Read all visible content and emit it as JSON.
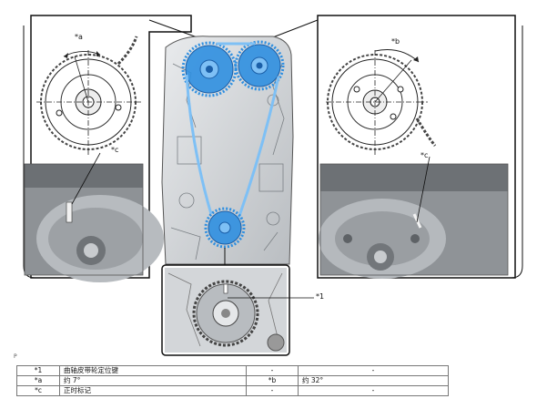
{
  "figure": {
    "callouts": {
      "a": "*a",
      "b": "*b",
      "c_left": "*c",
      "c_right": "*c",
      "one": "*1"
    },
    "figure_id": "P"
  },
  "legend": {
    "rows": [
      {
        "key": "*1",
        "desc": "曲轴皮带轮定位键",
        "key2": "-",
        "desc2": "-"
      },
      {
        "key": "*a",
        "desc": "约 7°",
        "key2": "*b",
        "desc2": "约 32°"
      },
      {
        "key": "*c",
        "desc": "正时标记",
        "key2": "-",
        "desc2": "-"
      }
    ]
  },
  "colors": {
    "highlight_blue": "#2f8fe0",
    "line": "#222222",
    "engine_gray": "#c9cccf"
  }
}
